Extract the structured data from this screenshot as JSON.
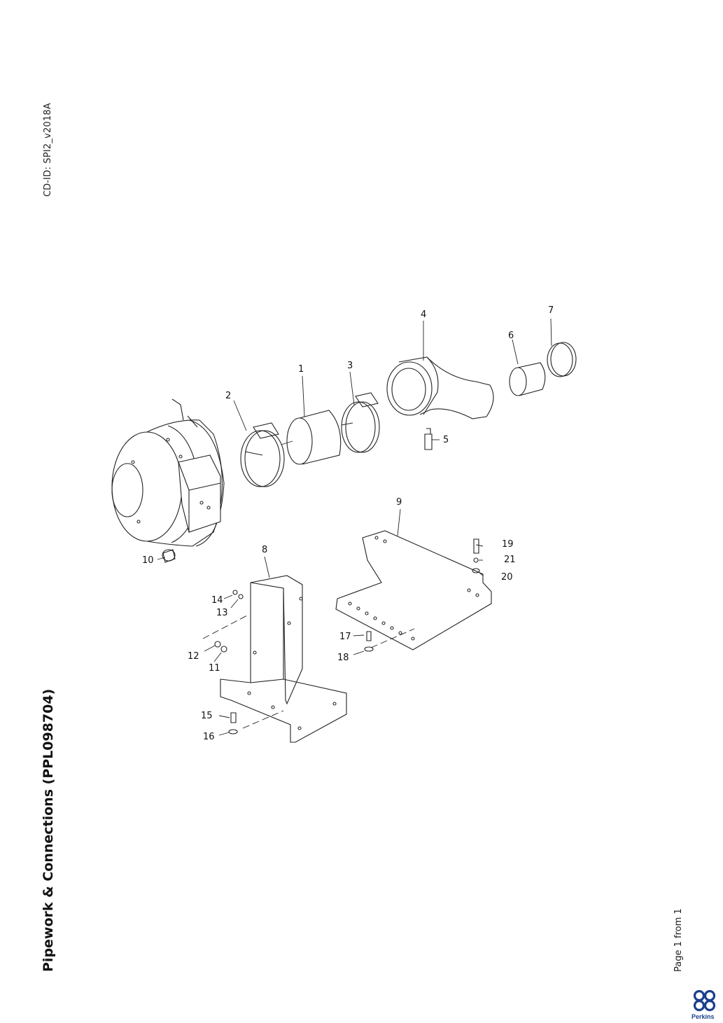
{
  "header": {
    "cd_id": "CD-ID: SPI2_v2018A",
    "title": "Pipework & Connections (PPL098704)",
    "page_info": "Page 1 from 1"
  },
  "brand": {
    "logo_text": "Perkins",
    "color": "#1a3f8f"
  },
  "callouts": [
    "1",
    "2",
    "3",
    "4",
    "5",
    "6",
    "7",
    "8",
    "9",
    "10",
    "11",
    "12",
    "13",
    "14",
    "15",
    "16",
    "17",
    "18",
    "19",
    "20",
    "21"
  ]
}
